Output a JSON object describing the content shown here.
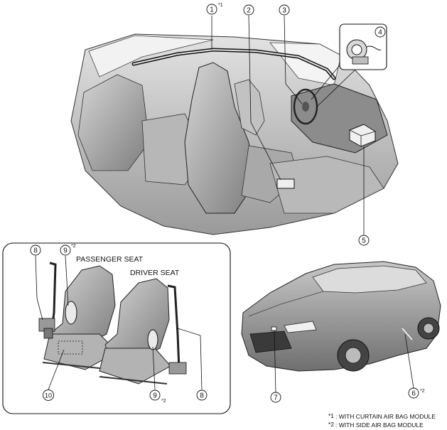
{
  "callouts": [
    {
      "id": "c1",
      "num": "1",
      "sup": "*1"
    },
    {
      "id": "c2",
      "num": "2",
      "sup": ""
    },
    {
      "id": "c3",
      "num": "3",
      "sup": ""
    },
    {
      "id": "c4",
      "num": "4",
      "sup": ""
    },
    {
      "id": "c5",
      "num": "5",
      "sup": ""
    },
    {
      "id": "c6",
      "num": "6",
      "sup": "*2"
    },
    {
      "id": "c7",
      "num": "7",
      "sup": ""
    },
    {
      "id": "c8a",
      "num": "8",
      "sup": ""
    },
    {
      "id": "c8b",
      "num": "8",
      "sup": ""
    },
    {
      "id": "c9a",
      "num": "9",
      "sup": "*2"
    },
    {
      "id": "c9b",
      "num": "9",
      "sup": "*2"
    },
    {
      "id": "c10",
      "num": "10",
      "sup": ""
    }
  ],
  "labels": {
    "passenger_seat": "PASSENGER SEAT",
    "driver_seat": "DRIVER SEAT"
  },
  "notes": [
    {
      "mark": "*1",
      "text": ": WITH CURTAIN AIR BAG MODULE"
    },
    {
      "mark": "*2",
      "text": ": WITH SIDE AIR BAG MODULE"
    }
  ]
}
